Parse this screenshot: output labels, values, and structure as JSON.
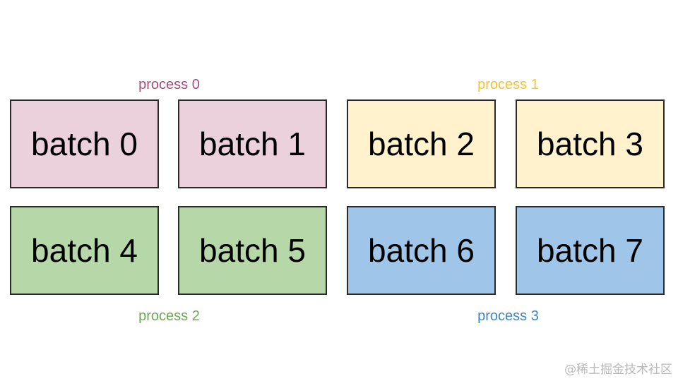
{
  "processes": [
    {
      "label": "process 0",
      "color": "#a64d79"
    },
    {
      "label": "process 1",
      "color": "#f1c232"
    },
    {
      "label": "process 2",
      "color": "#6aa84f"
    },
    {
      "label": "process 3",
      "color": "#3d85c6"
    }
  ],
  "batches": [
    {
      "label": "batch 0",
      "fill": "#ead1dc"
    },
    {
      "label": "batch 1",
      "fill": "#ead1dc"
    },
    {
      "label": "batch 2",
      "fill": "#fff2cc"
    },
    {
      "label": "batch 3",
      "fill": "#fff2cc"
    },
    {
      "label": "batch 4",
      "fill": "#b6d7a8"
    },
    {
      "label": "batch 5",
      "fill": "#b6d7a8"
    },
    {
      "label": "batch 6",
      "fill": "#9fc5e8"
    },
    {
      "label": "batch 7",
      "fill": "#9fc5e8"
    }
  ],
  "watermark": "@稀土掘金技术社区"
}
